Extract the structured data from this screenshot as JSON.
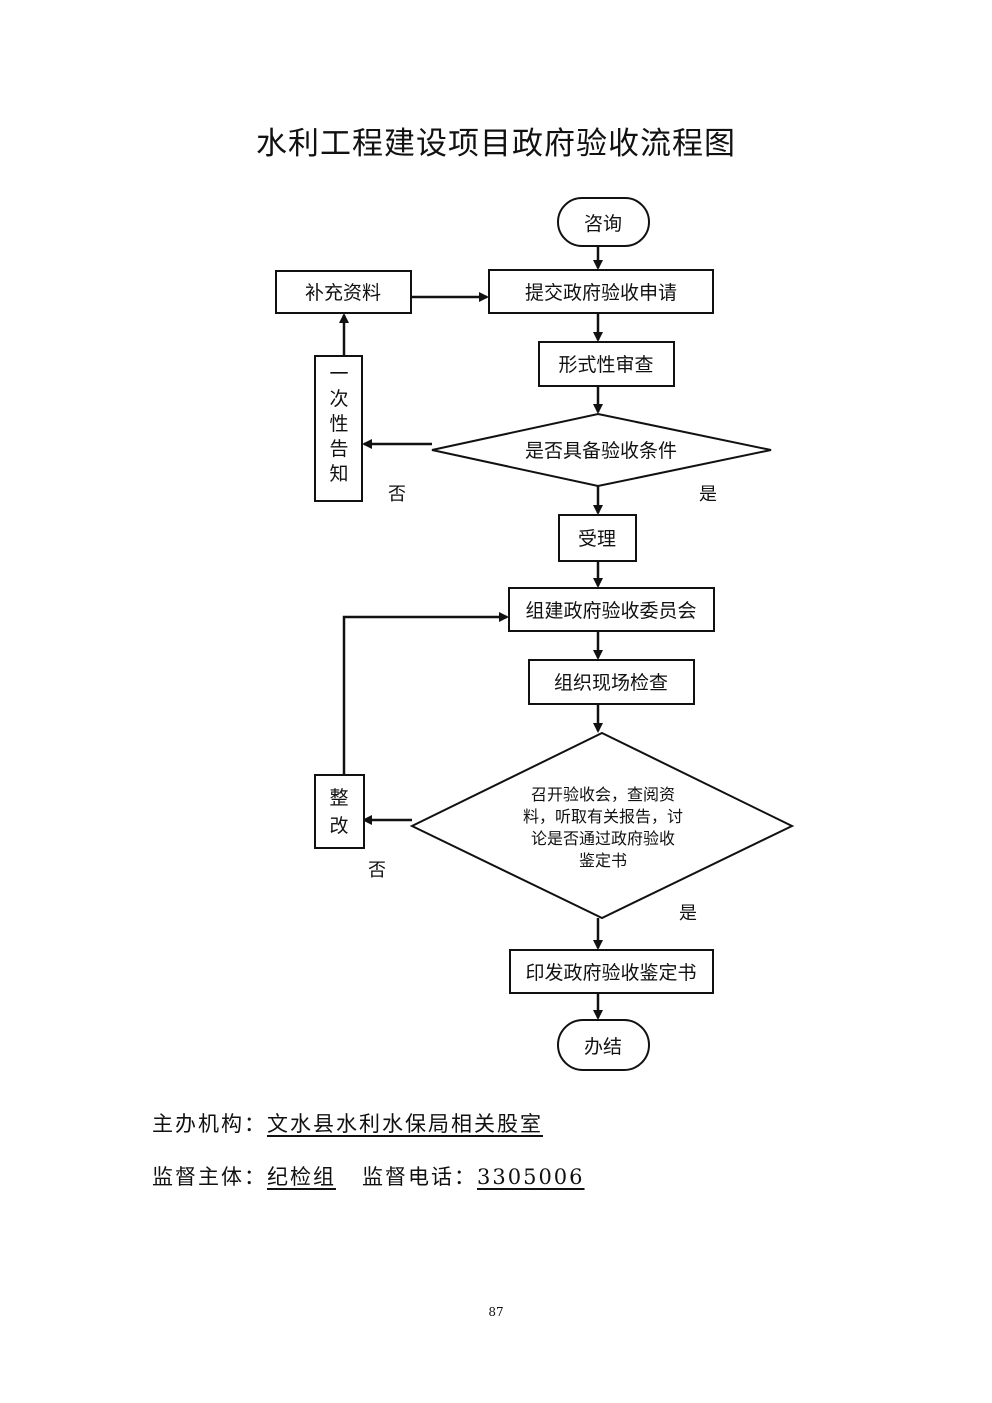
{
  "title": "水利工程建设项目政府验收流程图",
  "nodes": {
    "consult": "咨询",
    "submit": "提交政府验收申请",
    "supplement": "补充资料",
    "formal_review": "形式性审查",
    "condition_check": "是否具备验收条件",
    "notify": "一次性告知",
    "accept": "受理",
    "committee": "组建政府验收委员会",
    "site_check": "组织现场检查",
    "meeting_lines": [
      "召开验收会，查阅资",
      "料，听取有关报告，讨",
      "论是否通过政府验收",
      "鉴定书"
    ],
    "rectify": "整改",
    "issue": "印发政府验收鉴定书",
    "finish": "办结"
  },
  "branch_labels": {
    "no_1": "否",
    "yes_1": "是",
    "no_2": "否",
    "yes_2": "是"
  },
  "footer": {
    "org_label": "主办机构：",
    "org_value": "文水县水利水保局相关股室",
    "supervisor_label": "监督主体：",
    "supervisor_value": "纪检组",
    "phone_label": "监督电话：",
    "phone_value": "3305006"
  },
  "page_number": "87"
}
